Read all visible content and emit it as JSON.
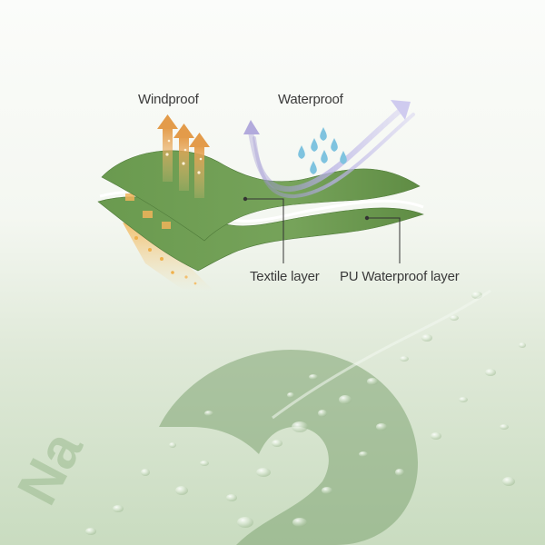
{
  "labels": {
    "windproof": "Windproof",
    "waterproof": "Waterproof",
    "textile_layer": "Textile layer",
    "pu_waterproof_layer": "PU Waterproof layer"
  },
  "colors": {
    "fabric_green": "#6f9a55",
    "fabric_green_dark": "#5a8242",
    "background_green": "#cfe0c6",
    "wind_arrow": "#e9a95a",
    "water_drop": "#7fc3df",
    "water_flow": "#b9b2e0",
    "leader_line": "#333333"
  },
  "icons": [
    "wind-arrow-icon",
    "water-drop-icon",
    "water-flow-arrow-icon",
    "brand-logo-watermark"
  ]
}
